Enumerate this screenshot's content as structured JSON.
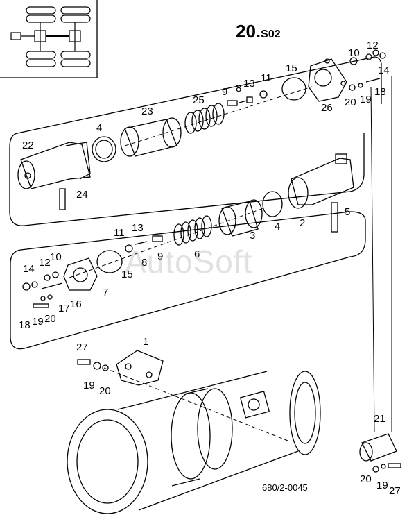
{
  "header": {
    "code_main": "20.",
    "code_sub": "S02"
  },
  "footer": {
    "drawing_ref": "680/2-0045"
  },
  "watermark": "AutoSoft",
  "part_labels": {
    "l1": "1",
    "l2": "2",
    "l3": "3",
    "l4a": "4",
    "l4b": "4",
    "l5": "5",
    "l6": "6",
    "l7": "7",
    "l8a": "8",
    "l8b": "8",
    "l9a": "9",
    "l9b": "9",
    "l10a": "10",
    "l10b": "10",
    "l11a": "11",
    "l11b": "11",
    "l12a": "12",
    "l12b": "12",
    "l13a": "13",
    "l13b": "13",
    "l14a": "14",
    "l14b": "14",
    "l15a": "15",
    "l15b": "15",
    "l16": "16",
    "l17": "17",
    "l18a": "18",
    "l18b": "18",
    "l19a": "19",
    "l19b": "19",
    "l19c": "19",
    "l20a": "20",
    "l20b": "20",
    "l20c": "20",
    "l20d": "20",
    "l21": "21",
    "l22": "22",
    "l23": "23",
    "l24": "24",
    "l25": "25",
    "l26": "26",
    "l27a": "27",
    "l27b": "27"
  },
  "colors": {
    "line": "#000000",
    "watermark": "#aaaaaa",
    "background": "#ffffff"
  }
}
